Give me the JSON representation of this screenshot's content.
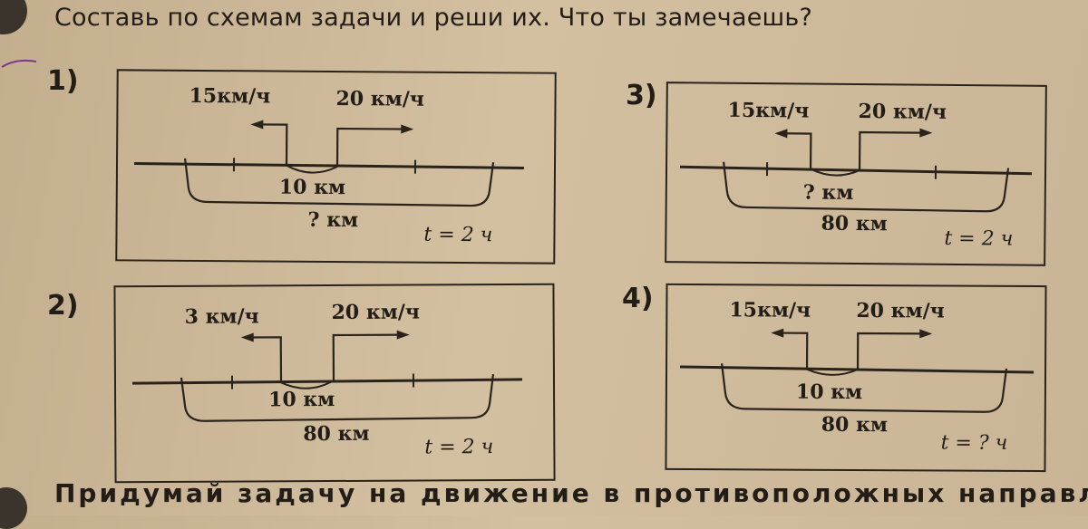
{
  "title": "Составь по схемам задачи и реши их. Что ты замечаешь?",
  "bottom_text": "Придумай задачу на движение в противоположных направле-",
  "schemes": [
    {
      "number": "1)",
      "speed_left": "15км/ч",
      "speed_right": "20 км/ч",
      "between": "10 км",
      "total": "? км",
      "time": "t = 2 ч"
    },
    {
      "number": "2)",
      "speed_left": "3 км/ч",
      "speed_right": "20 км/ч",
      "between": "10 км",
      "total": "80 км",
      "time": "t = 2 ч"
    },
    {
      "number": "3)",
      "speed_left": "15км/ч",
      "speed_right": "20 км/ч",
      "between": "? км",
      "total": "80 км",
      "time": "t = 2 ч"
    },
    {
      "number": "4)",
      "speed_left": "15км/ч",
      "speed_right": "20 км/ч",
      "between": "10 км",
      "total": "80 км",
      "time": "t = ? ч"
    }
  ],
  "colors": {
    "paper": "#cbb797",
    "ink": "#231d17"
  }
}
